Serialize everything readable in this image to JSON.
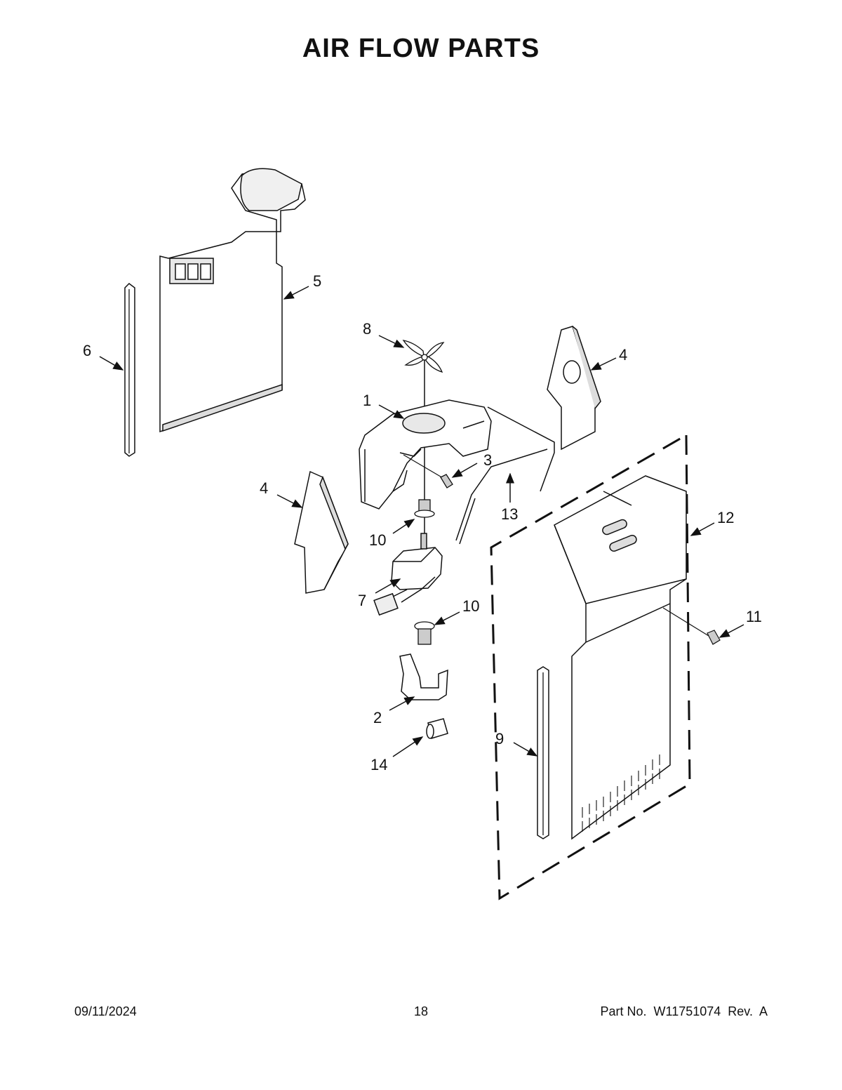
{
  "page": {
    "title": "AIR FLOW PARTS"
  },
  "callouts": [
    {
      "id": "c1",
      "label": "1"
    },
    {
      "id": "c2",
      "label": "2"
    },
    {
      "id": "c3",
      "label": "3"
    },
    {
      "id": "c4a",
      "label": "4"
    },
    {
      "id": "c4b",
      "label": "4"
    },
    {
      "id": "c5",
      "label": "5"
    },
    {
      "id": "c6",
      "label": "6"
    },
    {
      "id": "c7",
      "label": "7"
    },
    {
      "id": "c8",
      "label": "8"
    },
    {
      "id": "c9",
      "label": "9"
    },
    {
      "id": "c10a",
      "label": "10"
    },
    {
      "id": "c10b",
      "label": "10"
    },
    {
      "id": "c11",
      "label": "11"
    },
    {
      "id": "c12",
      "label": "12"
    },
    {
      "id": "c13",
      "label": "13"
    },
    {
      "id": "c14",
      "label": "14"
    }
  ],
  "footer": {
    "date": "09/11/2024",
    "page_number": "18",
    "part_number": "Part No.  W11751074  Rev.  A"
  }
}
